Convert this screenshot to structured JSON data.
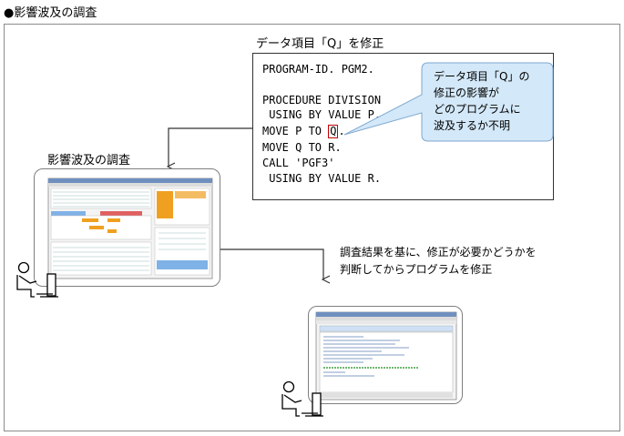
{
  "heading": "●影響波及の調査",
  "code": {
    "title": "データ項目「Q」を修正",
    "lines": [
      "PROGRAM-ID. PGM2.",
      "",
      "PROCEDURE DIVISION",
      " USING BY VALUE P.",
      "MOVE P TO ",
      "MOVE Q TO R.",
      "CALL 'PGF3'",
      " USING BY VALUE R."
    ],
    "highlight": "Q",
    "highlight_suffix": "."
  },
  "callout": {
    "lines": [
      "データ項目「Q」の",
      "修正の影響が",
      "どのプログラムに",
      "波及するか不明"
    ]
  },
  "survey_label": "影響波及の調査",
  "description": {
    "lines": [
      "調査結果を基に、修正が必要かどうかを",
      "判断してからプログラムを修正"
    ]
  },
  "colors": {
    "callout_fill": "#d3e8f8",
    "callout_border": "#7fa9d0",
    "highlight_border": "#c00000",
    "arrow": "#333333",
    "frame": "#8c8c8c"
  }
}
